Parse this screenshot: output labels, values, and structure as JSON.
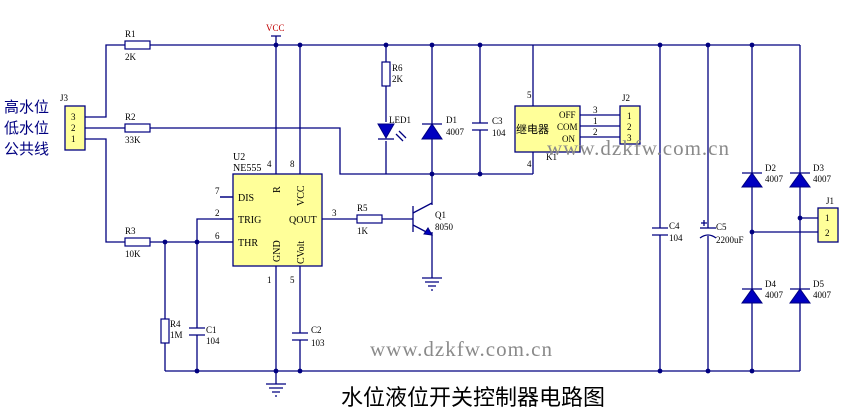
{
  "title": "水位液位开关控制器电路图",
  "watermark": "www.dzkfw.com.cn",
  "net_vcc": "VCC",
  "connector_j3": {
    "ref": "J3",
    "pins": [
      "3",
      "2",
      "1"
    ],
    "labels": [
      "高水位",
      "低水位",
      "公共线"
    ]
  },
  "connector_j1": {
    "ref": "J1",
    "pins": [
      "1",
      "2"
    ]
  },
  "connector_j2": {
    "ref": "J2",
    "pins": [
      "1",
      "2",
      "3"
    ]
  },
  "resistors": {
    "r1": {
      "ref": "R1",
      "value": "2K"
    },
    "r2": {
      "ref": "R2",
      "value": "33K"
    },
    "r3": {
      "ref": "R3",
      "value": "10K"
    },
    "r4": {
      "ref": "R4",
      "value": "1M"
    },
    "r5": {
      "ref": "R5",
      "value": "1K"
    },
    "r6": {
      "ref": "R6",
      "value": "2K"
    }
  },
  "capacitors": {
    "c1": {
      "ref": "C1",
      "value": "104"
    },
    "c2": {
      "ref": "C2",
      "value": "103"
    },
    "c3": {
      "ref": "C3",
      "value": "104"
    },
    "c4": {
      "ref": "C4",
      "value": "104"
    },
    "c5": {
      "ref": "C5",
      "value": "2200uF"
    }
  },
  "diodes": {
    "d1": {
      "ref": "D1",
      "value": "4007"
    },
    "d2": {
      "ref": "D2",
      "value": "4007"
    },
    "d3": {
      "ref": "D3",
      "value": "4007"
    },
    "d4": {
      "ref": "D4",
      "value": "4007"
    },
    "d5": {
      "ref": "D5",
      "value": "4007"
    }
  },
  "led": {
    "ref": "LED1"
  },
  "transistor": {
    "ref": "Q1",
    "value": "8050"
  },
  "ic": {
    "ref": "U2",
    "part": "NE555",
    "pin_names": {
      "dis": "DIS",
      "trig": "TRIG",
      "thr": "THR",
      "r": "R",
      "vcc": "VCC",
      "qout": "QOUT",
      "gnd": "GND",
      "cvolt": "CVolt"
    },
    "pin_numbers": {
      "dis": "7",
      "trig": "2",
      "thr": "6",
      "r": "4",
      "vcc": "8",
      "qout": "3",
      "gnd": "1",
      "cvolt": "5"
    }
  },
  "relay": {
    "ref": "K1",
    "name": "继电器",
    "contacts": [
      "OFF",
      "COM",
      "ON"
    ],
    "pin_numbers": {
      "coil_top": "5",
      "coil_bottom": "4",
      "off": "3",
      "com": "1",
      "on": "2"
    }
  },
  "colors": {
    "wire": "#000080",
    "ic_fill": "#ffff99",
    "diode_fill": "#0000c0",
    "vcc_label": "#c00000",
    "watermark": "#8a8a8a"
  }
}
